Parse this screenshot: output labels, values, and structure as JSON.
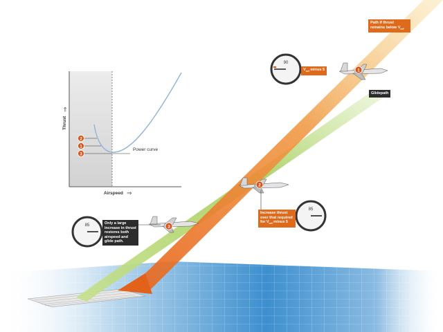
{
  "graph": {
    "y_label": "Thrust",
    "x_label": "Airspeed",
    "curve_label": "Power curve",
    "markers": [
      "2",
      "1",
      "3"
    ]
  },
  "callouts": {
    "path_text": "Path if thrust remains below V",
    "path_sub": "ref",
    "glidepath": "Glidepath",
    "vref_minus_prefix": "V",
    "vref_minus_sub": "ref",
    "vref_minus_suffix": " minus 5",
    "increase_text": "Increase thrust over that required for V",
    "increase_sub": "ref",
    "increase_suffix": " minus 5",
    "large_increase": "Only a large increase in thrust restores both airspeed and glide path."
  },
  "gauges": {
    "g1": "90",
    "g2": "85",
    "g3": "85"
  },
  "aircraft_markers": {
    "a1": "1",
    "a2": "2",
    "a3": "3"
  },
  "colors": {
    "orange": "#e06a1b",
    "green": "#a8cf5a",
    "curve": "#8fb3d9",
    "ground": "#3a8ccb"
  }
}
